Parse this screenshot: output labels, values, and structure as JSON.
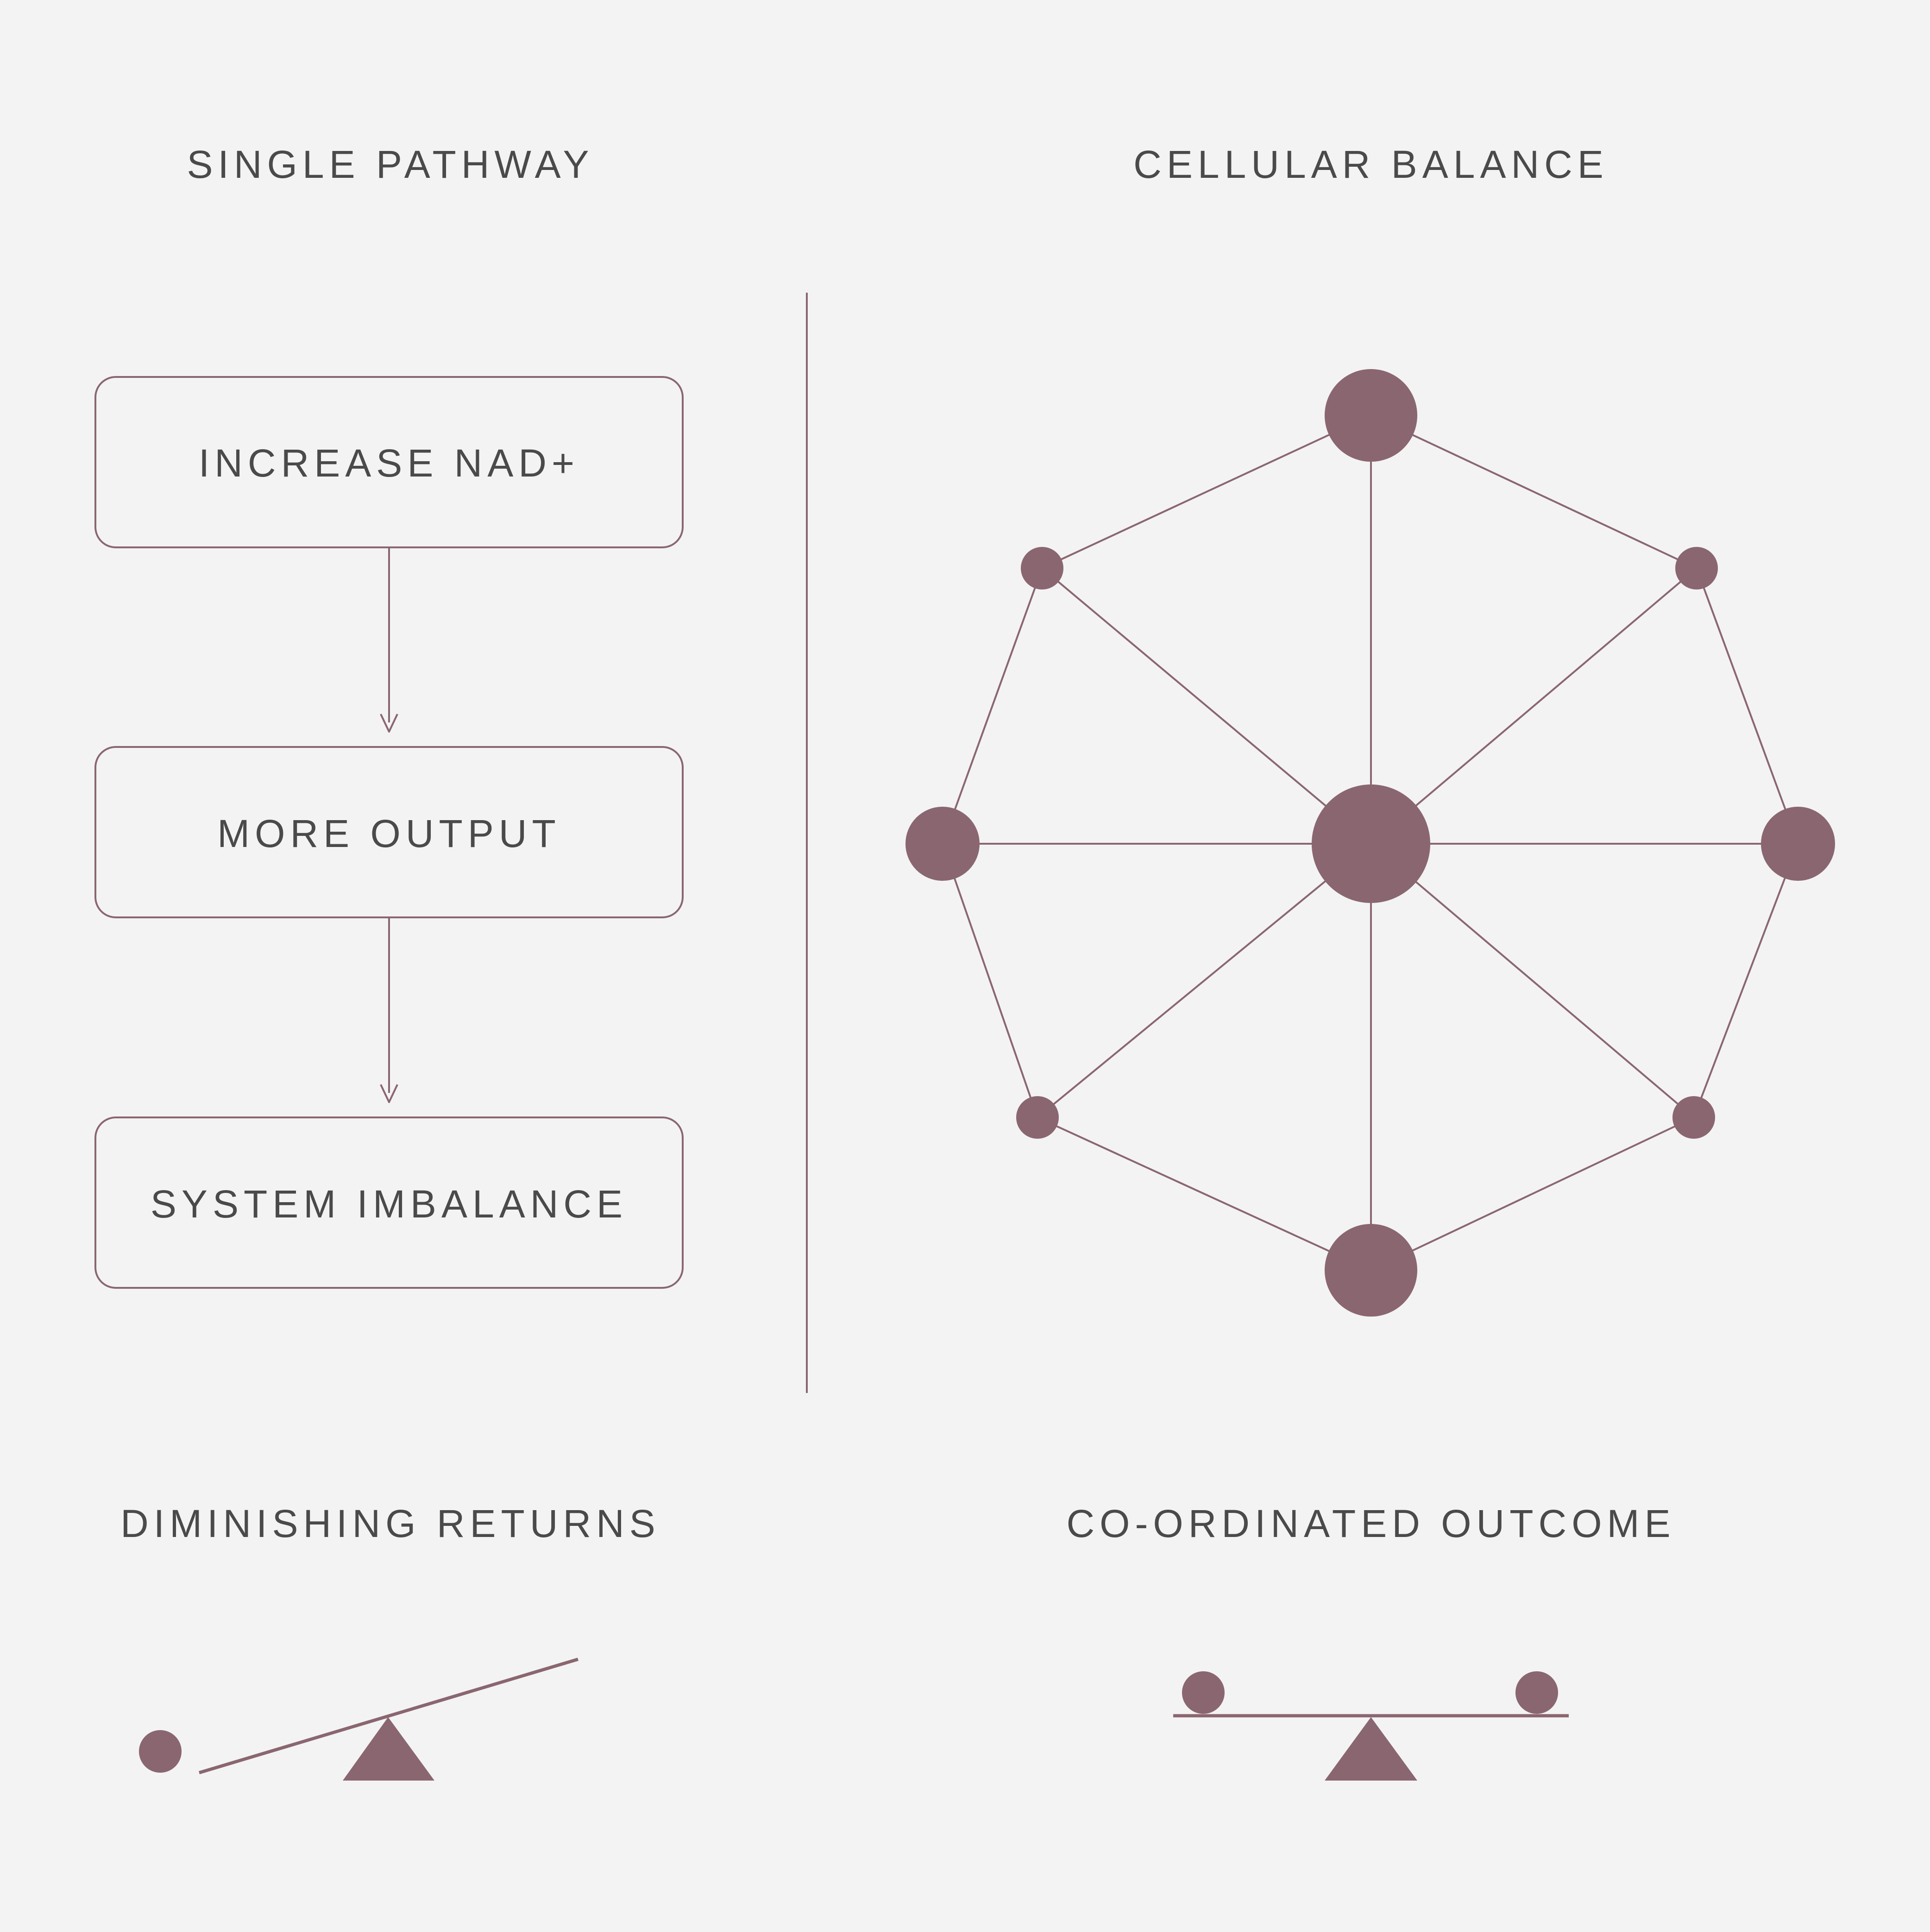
{
  "colors": {
    "background": "#f3f3f3",
    "accent": "#8a6670",
    "text": "#4a4a4a"
  },
  "left_panel": {
    "heading": "SINGLE PATHWAY",
    "steps": [
      "INCREASE NAD+",
      "MORE OUTPUT",
      "SYSTEM IMBALANCE"
    ],
    "footer_label": "DIMINISHING RETURNS"
  },
  "right_panel": {
    "heading": "CELLULAR BALANCE",
    "footer_label": "CO-ORDINATED OUTCOME",
    "network": {
      "center_node": "center",
      "outer_nodes": [
        "top",
        "top-right",
        "right",
        "bottom-right",
        "bottom",
        "bottom-left",
        "left",
        "top-left"
      ]
    }
  }
}
